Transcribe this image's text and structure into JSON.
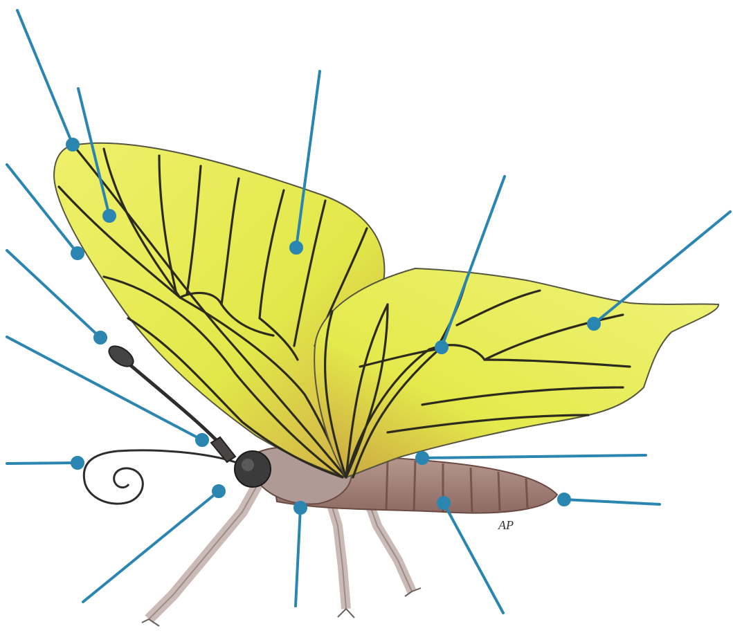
{
  "diagram": {
    "subject": "",
    "signature": "AP",
    "colors": {
      "leader": "#2a86b0",
      "wing_fill": "#e6ec52",
      "wing_fill_light": "#f1f37c",
      "wing_shadow": "#c79a3a",
      "vein": "#2b2b1e",
      "body": "#a88680",
      "body_stripe": "#6a4a42",
      "head": "#3b3b3b",
      "leg": "#c9b9b4",
      "antenna": "#2d2d2d"
    },
    "labels": [
      {
        "id": "label-1",
        "text": ""
      },
      {
        "id": "label-2",
        "text": ""
      },
      {
        "id": "label-3",
        "text": ""
      },
      {
        "id": "label-4",
        "text": ""
      },
      {
        "id": "label-5",
        "text": ""
      },
      {
        "id": "label-6",
        "text": ""
      },
      {
        "id": "label-7",
        "text": ""
      },
      {
        "id": "label-8",
        "text": ""
      },
      {
        "id": "label-9",
        "text": ""
      },
      {
        "id": "label-10",
        "text": ""
      },
      {
        "id": "label-11",
        "text": ""
      },
      {
        "id": "label-12",
        "text": ""
      },
      {
        "id": "label-13",
        "text": ""
      },
      {
        "id": "label-14",
        "text": ""
      },
      {
        "id": "label-15",
        "text": ""
      }
    ]
  }
}
